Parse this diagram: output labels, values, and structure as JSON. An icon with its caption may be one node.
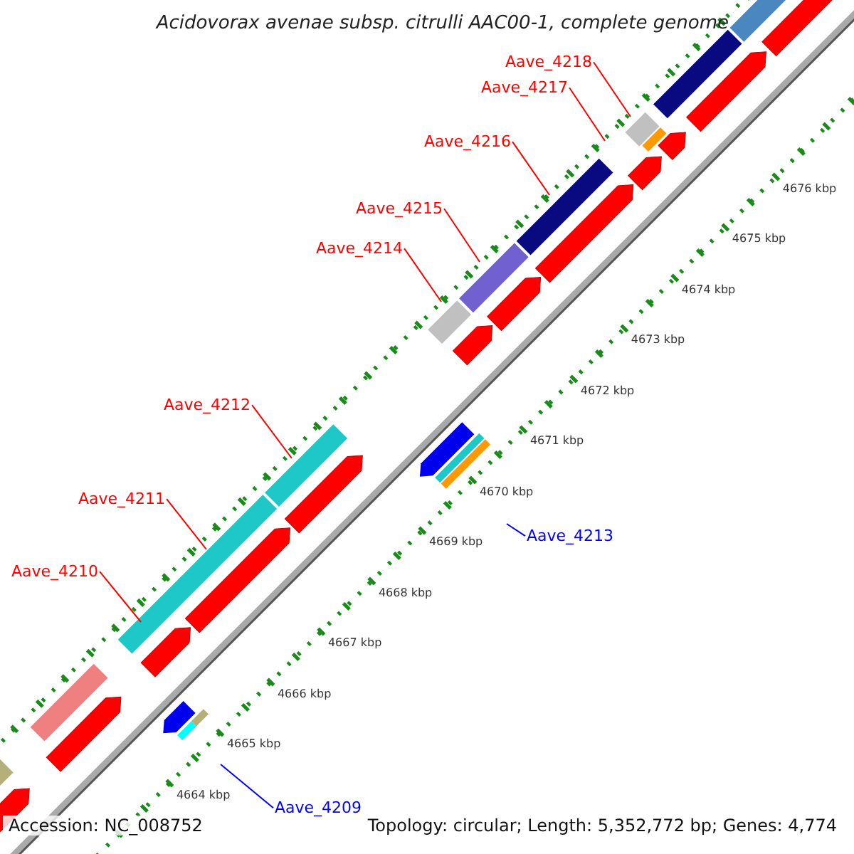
{
  "diagram": {
    "title": "Acidovorax avenae subsp. citrulli AAC00-1, complete genome",
    "nodes": [
      {
        "text": [
          "Aave_4218"
        ]
      },
      {
        "text": [
          "Aave_4217"
        ]
      },
      {
        "text": [
          "Aave_4216"
        ]
      },
      {
        "text": [
          "Aave_4215"
        ]
      },
      {
        "text": [
          "Aave_4214"
        ]
      },
      {
        "text": [
          "Aave_4212"
        ]
      },
      {
        "text": [
          "Aave_4211"
        ]
      },
      {
        "text": [
          "Aave_4213"
        ]
      },
      {
        "text": [
          "Aave_4210"
        ]
      },
      {
        "text": [
          "Aave_4209"
        ]
      }
    ],
    "edges": [
      {
        "from": 0,
        "to": null,
        "arrow": "none"
      },
      {
        "from": 1,
        "to": null,
        "arrow": "none"
      },
      {
        "from": 2,
        "to": null,
        "arrow": "none"
      },
      {
        "from": 3,
        "to": null,
        "arrow": "none"
      },
      {
        "from": 4,
        "to": null,
        "arrow": "none"
      },
      {
        "from": 5,
        "to": null,
        "arrow": "none"
      },
      {
        "from": 6,
        "to": null,
        "arrow": "none"
      },
      {
        "from": 7,
        "to": null,
        "arrow": "none",
        "color": "#0000ff"
      },
      {
        "from": 8,
        "to": null,
        "arrow": "none"
      },
      {
        "from": 9,
        "to": null,
        "arrow": "none",
        "color": "#0000ff"
      }
    ],
    "labels": [
      "4676 kbp",
      "4675 kbp",
      "4674 kbp",
      "4673 kbp",
      "4672 kbp",
      "4671 kbp",
      "4670 kbp",
      "4669 kbp",
      "4668 kbp",
      "4667 kbp",
      "4666 kbp",
      "4665 kbp",
      "4664 kbp",
      "Accession: NC_008752",
      "Topology: circular; Length: 5,352,772 bp; Genes: 4,774"
    ]
  }
}
